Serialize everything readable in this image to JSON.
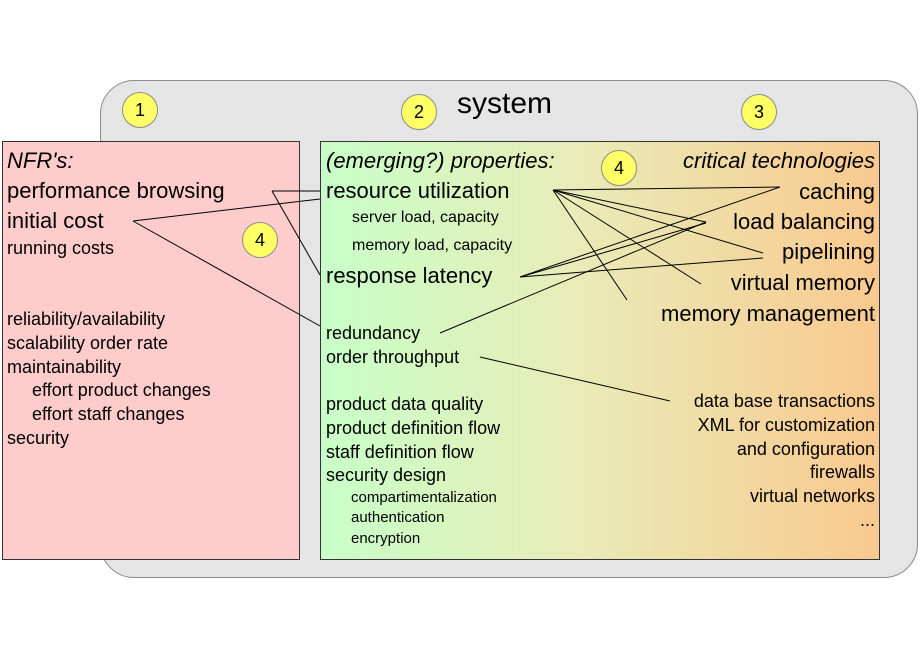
{
  "system": {
    "title": "system",
    "markers": [
      "1",
      "2",
      "3",
      "4",
      "4"
    ]
  },
  "nfr": {
    "heading": "NFR's:",
    "primary": [
      "performance browsing",
      "initial cost"
    ],
    "secondary": [
      "running costs"
    ],
    "others": [
      "reliability/availability",
      "scalability order rate",
      "maintainability"
    ],
    "maintainability_sub": [
      "effort product changes",
      "effort staff changes"
    ],
    "security": "security"
  },
  "properties": {
    "heading": "(emerging?) properties:",
    "resource_utilization": "resource utilization",
    "resource_sub": [
      "server load, capacity",
      "memory load, capacity"
    ],
    "response_latency": "response latency",
    "middle": [
      "redundancy",
      "order throughput"
    ],
    "lower": [
      "product data quality",
      "product definition flow",
      "staff definition flow",
      "security design"
    ],
    "security_sub": [
      "compartimentalization",
      "authentication",
      "encryption"
    ]
  },
  "technologies": {
    "heading": "critical technologies",
    "primary": [
      "caching",
      "load balancing",
      "pipelining",
      "virtual memory",
      "memory management"
    ],
    "secondary": [
      "data base transactions",
      "XML for customization",
      "and configuration",
      "firewalls",
      "virtual networks",
      "..."
    ]
  }
}
